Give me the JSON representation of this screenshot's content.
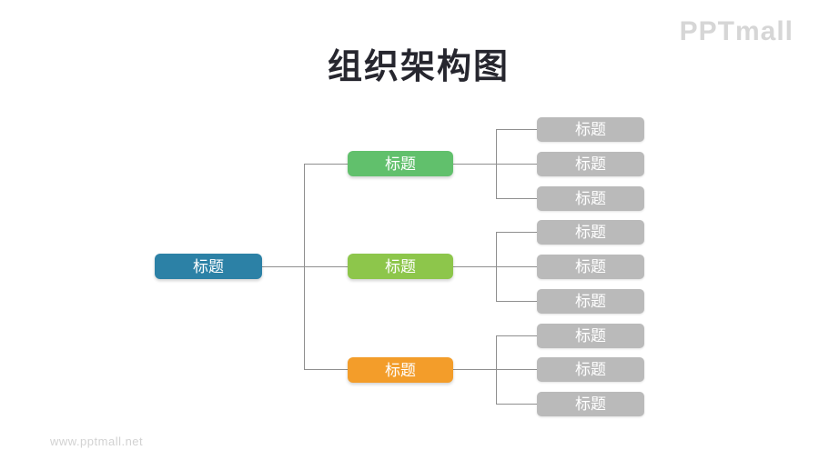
{
  "title": "组织架构图",
  "branding": {
    "logo": "PPTmall",
    "watermark": "www.pptmall.net"
  },
  "colors": {
    "background": "#ffffff",
    "title": "#26262e",
    "logo": "#d6d6d6",
    "watermark": "#d2d2d2",
    "connector": "#8f8f8f",
    "node_text": "#ffffff",
    "leaf": "#bababa"
  },
  "org": {
    "root": {
      "label": "标题",
      "color": "#2c81a6"
    },
    "branches": [
      {
        "label": "标题",
        "color": "#61c06c",
        "children": [
          "标题",
          "标题",
          "标题"
        ]
      },
      {
        "label": "标题",
        "color": "#8dc64b",
        "children": [
          "标题",
          "标题",
          "标题"
        ]
      },
      {
        "label": "标题",
        "color": "#f39d2a",
        "children": [
          "标题",
          "标题",
          "标题"
        ]
      }
    ]
  }
}
